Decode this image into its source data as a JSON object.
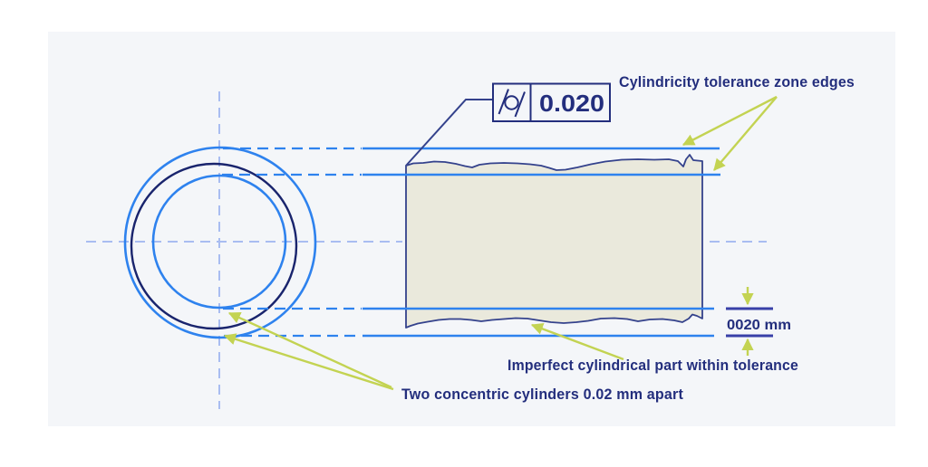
{
  "diagram": {
    "labels": {
      "tolerance_zone_edges": "Cylindricity tolerance zone edges",
      "imperfect_part": "Imperfect cylindrical part within tolerance",
      "concentric_cylinders": "Two concentric cylinders 0.02 mm apart",
      "gap_dimension": "0020 mm"
    },
    "feature_control_frame": {
      "symbol_icon": "cylindricity-icon",
      "tolerance_value": "0.020"
    },
    "colors": {
      "navy_text": "#232e7d",
      "navy_outline": "#34428c",
      "dark_circle_navy": "#19246d",
      "bright_blue": "#2e82ee",
      "centerline_blue": "#a9bdf1",
      "arrow_green": "#c3d352",
      "part_fill_beige": "#eae9dc",
      "panel_bg": "#f4f6f9",
      "dimension_indigo": "#3840a8",
      "canvas_bg": "#ffffff"
    }
  }
}
